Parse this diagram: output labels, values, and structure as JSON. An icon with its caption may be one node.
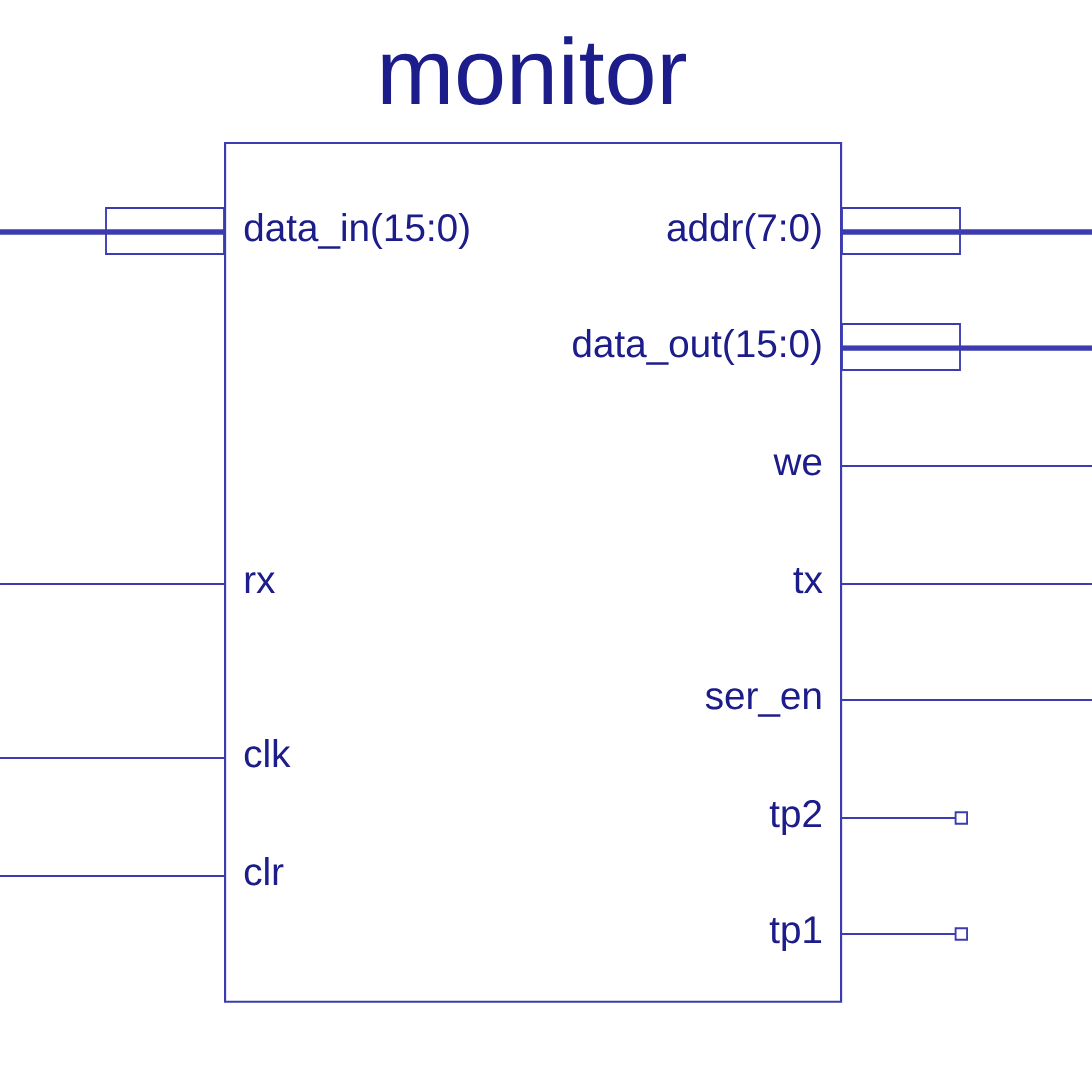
{
  "diagram": {
    "nodes": [
      {
        "text": [
          "monitor"
        ]
      },
      {
        "text": [
          "data_in(15:0)"
        ],
        "in": 0
      },
      {
        "text": [
          "rx"
        ],
        "in": 0
      },
      {
        "text": [
          "clk"
        ],
        "in": 0
      },
      {
        "text": [
          "clr"
        ],
        "in": 0
      },
      {
        "text": [
          "addr(7:0)"
        ],
        "in": 0
      },
      {
        "text": [
          "data_out(15:0)"
        ],
        "in": 0
      },
      {
        "text": [
          "we"
        ],
        "in": 0
      },
      {
        "text": [
          "tx"
        ],
        "in": 0
      },
      {
        "text": [
          "ser_en"
        ],
        "in": 0
      },
      {
        "text": [
          "tp2"
        ],
        "in": 0
      },
      {
        "text": [
          "tp1"
        ],
        "in": 0
      }
    ],
    "edges": [
      {
        "from": null,
        "to": 1,
        "arrow": "none",
        "style": "thick"
      },
      {
        "from": null,
        "to": 2,
        "arrow": "none"
      },
      {
        "from": null,
        "to": 3,
        "arrow": "none"
      },
      {
        "from": null,
        "to": 4,
        "arrow": "none"
      },
      {
        "from": 5,
        "to": null,
        "arrow": "none",
        "style": "thick"
      },
      {
        "from": 6,
        "to": null,
        "arrow": "none",
        "style": "thick"
      },
      {
        "from": 7,
        "to": null,
        "arrow": "none"
      },
      {
        "from": 8,
        "to": null,
        "arrow": "none"
      },
      {
        "from": 9,
        "to": null,
        "arrow": "none"
      },
      {
        "from": 10,
        "to": null,
        "arrow": "other"
      },
      {
        "from": 11,
        "to": null,
        "arrow": "other"
      }
    ]
  }
}
